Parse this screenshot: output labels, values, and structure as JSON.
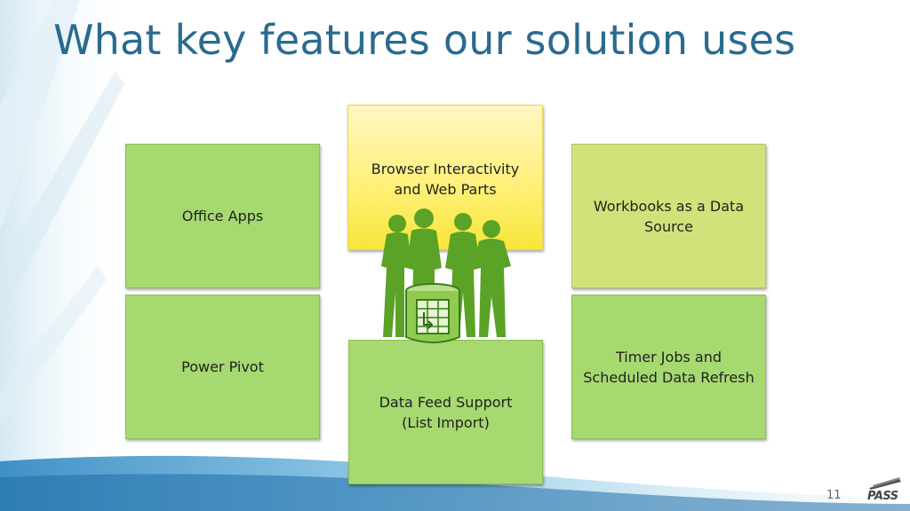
{
  "slide": {
    "title": "What key features our solution uses",
    "page_number": "11",
    "logo_text": "PASS"
  },
  "boxes": {
    "office_apps": "Office Apps",
    "power_pivot": "Power Pivot",
    "browser_line1": "Browser Interactivity",
    "browser_line2": "and Web Parts",
    "data_feed_line1": "Data Feed Support",
    "data_feed_line2": "(List Import)",
    "workbooks_line1": "Workbooks as a Data",
    "workbooks_line2": "Source",
    "timer_line1": "Timer Jobs and",
    "timer_line2": "Scheduled Data Refresh"
  },
  "colors": {
    "title": "#2a6b8f",
    "green_box": "#a6d96f",
    "yellow_box": "#fff07a",
    "olive_box": "#d2e27a",
    "people": "#5aa326"
  },
  "icons": {
    "people_graphic": "people-with-spreadsheet-icon",
    "logo": "pass-logo-icon"
  }
}
